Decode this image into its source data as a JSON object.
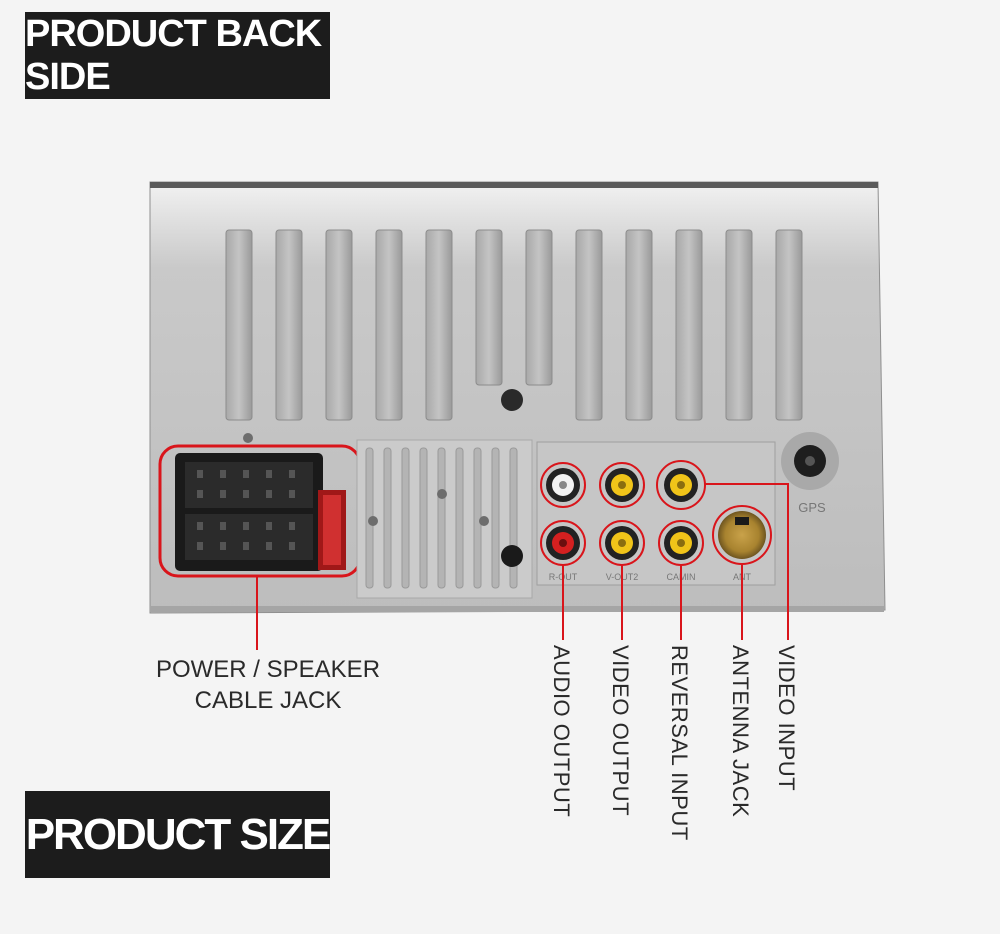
{
  "banners": {
    "top": "PRODUCT BACK SIDE",
    "bottom": "PRODUCT SIZE"
  },
  "callouts": {
    "power": {
      "line1": "POWER / SPEAKER",
      "line2": "CABLE JACK"
    },
    "audio_output": "AUDIO OUTPUT",
    "video_output": "VIDEO OUTPUT",
    "reversal_input": "REVERSAL INPUT",
    "antenna_jack": "ANTENNA JACK",
    "video_input": "VIDEO INPUT"
  },
  "device_labels": {
    "gps": "GPS",
    "ant": "ANT",
    "v_out2": "V-OUT2",
    "camin": "CAMIN",
    "r_out": "R-OUT"
  },
  "colors": {
    "banner_bg": "#1c1c1c",
    "highlight": "#d9151b",
    "rca_yellow": "#f0c419",
    "rca_red": "#d42020",
    "rca_white": "#f2f2f2"
  }
}
